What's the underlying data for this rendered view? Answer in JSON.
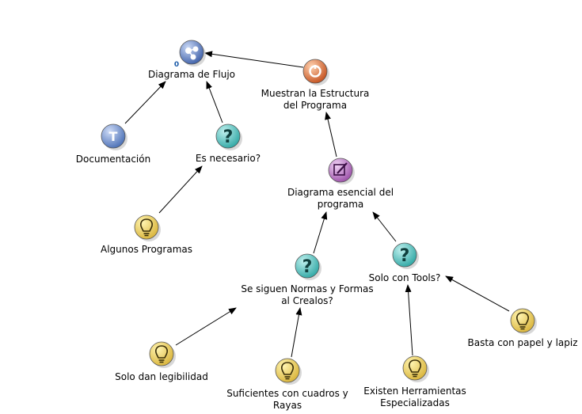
{
  "nodes": [
    {
      "id": "flujo",
      "type": "map",
      "label": "Diagrama de Flujo",
      "badge": "0"
    },
    {
      "id": "muestran",
      "type": "con",
      "label": "Muestran la Estructura\ndel Programa"
    },
    {
      "id": "documentacion",
      "type": "reference",
      "label": "Documentación"
    },
    {
      "id": "esnecesario",
      "type": "question",
      "label": "Es necesario?"
    },
    {
      "id": "algunos",
      "type": "idea",
      "label": "Algunos Programas"
    },
    {
      "id": "esencial",
      "type": "decision",
      "label": "Diagrama esencial del\nprograma"
    },
    {
      "id": "normas",
      "type": "question",
      "label": "Se siguen Normas y Formas\nal Crealos?"
    },
    {
      "id": "tools",
      "type": "question",
      "label": "Solo con Tools?"
    },
    {
      "id": "legibilidad",
      "type": "idea",
      "label": "Solo dan legibilidad"
    },
    {
      "id": "cuadros",
      "type": "idea",
      "label": "Suficientes con cuadros y\nRayas"
    },
    {
      "id": "herramientas",
      "type": "idea",
      "label": "Existen Herramientas\nEspecializadas"
    },
    {
      "id": "papel",
      "type": "idea",
      "label": "Basta con papel y lapiz"
    }
  ],
  "links": [
    {
      "from": "muestran",
      "to": "flujo"
    },
    {
      "from": "documentacion",
      "to": "flujo"
    },
    {
      "from": "esnecesario",
      "to": "flujo"
    },
    {
      "from": "algunos",
      "to": "esnecesario"
    },
    {
      "from": "esencial",
      "to": "muestran"
    },
    {
      "from": "normas",
      "to": "esencial"
    },
    {
      "from": "tools",
      "to": "esencial"
    },
    {
      "from": "legibilidad",
      "to": "normas"
    },
    {
      "from": "cuadros",
      "to": "normas"
    },
    {
      "from": "herramientas",
      "to": "tools"
    },
    {
      "from": "papel",
      "to": "tools"
    }
  ],
  "colors": {
    "question": "#2fa7a4",
    "idea": "#d9b43a",
    "map": "#3d5fa8",
    "con": "#c4511e",
    "reference": "#4a6fb5",
    "decision": "#9b4fa8",
    "link": "#000000",
    "badge": "#1a5aa8"
  }
}
